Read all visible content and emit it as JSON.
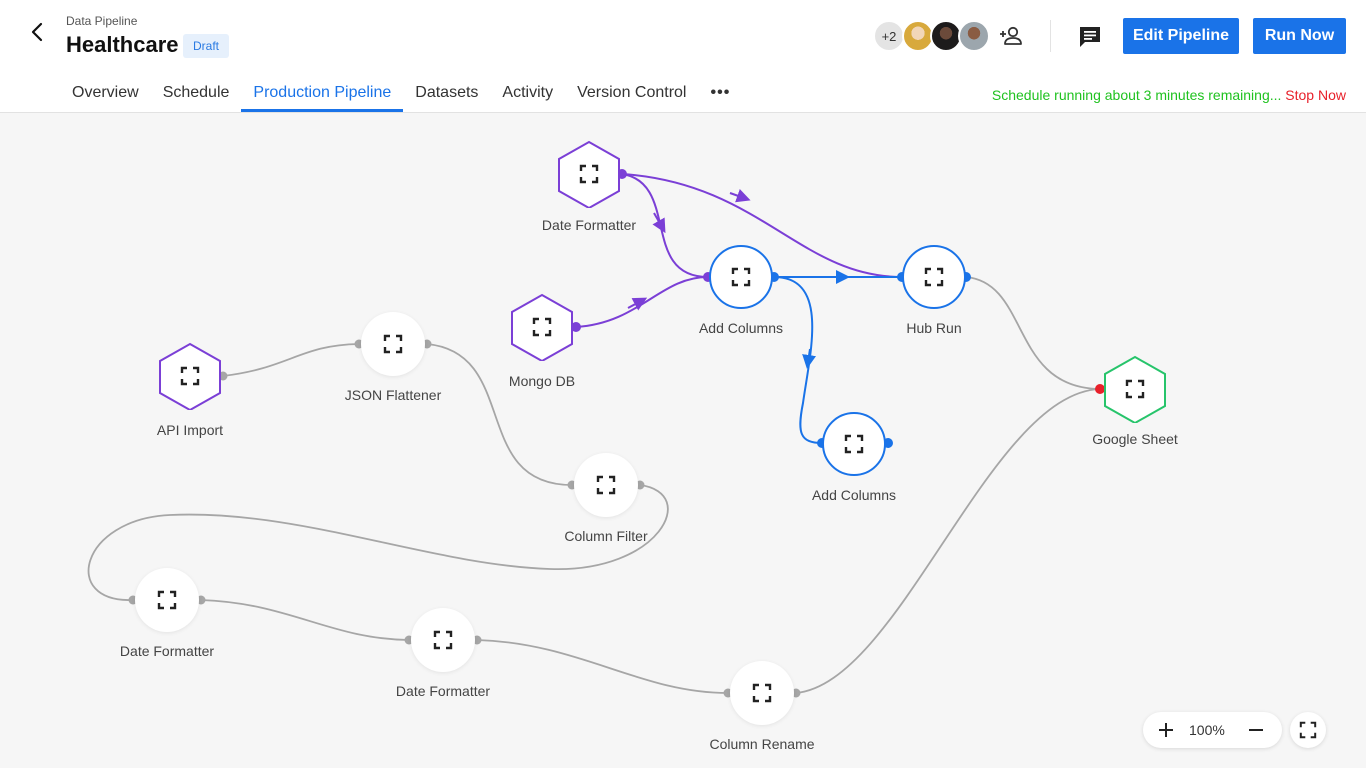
{
  "header": {
    "breadcrumb": "Data Pipeline",
    "title": "Healthcare",
    "badge": "Draft",
    "avatars": {
      "more_count": "+2",
      "users": [
        "avatar-1",
        "avatar-2",
        "avatar-3"
      ]
    },
    "edit_label": "Edit Pipeline",
    "run_label": "Run Now",
    "icons": [
      "back-arrow-icon",
      "add-user-icon",
      "chat-icon"
    ]
  },
  "tabs": [
    {
      "label": "Overview",
      "active": false
    },
    {
      "label": "Schedule",
      "active": false
    },
    {
      "label": "Production Pipeline",
      "active": true
    },
    {
      "label": "Datasets",
      "active": false
    },
    {
      "label": "Activity",
      "active": false
    },
    {
      "label": "Version Control",
      "active": false
    }
  ],
  "tab_more": "•••",
  "status": {
    "text": "Schedule running about 3 minutes remaining...",
    "action": "Stop Now"
  },
  "colors": {
    "accent": "#1a73e8",
    "purple": "#7b3fd6",
    "green": "#27c46b",
    "status_green": "#1fc21f",
    "stop_red": "#e8202a",
    "edge_gray": "#a6a6a6"
  },
  "nodes": {
    "date_formatter_top": {
      "label": "Date Formatter",
      "shape": "hexagon",
      "color": "purple"
    },
    "mongo_db": {
      "label": "Mongo DB",
      "shape": "hexagon",
      "color": "purple"
    },
    "api_import": {
      "label": "API Import",
      "shape": "hexagon",
      "color": "purple"
    },
    "add_columns_1": {
      "label": "Add Columns",
      "shape": "circle",
      "color": "blue"
    },
    "add_columns_2": {
      "label": "Add Columns",
      "shape": "circle",
      "color": "blue"
    },
    "hub_run": {
      "label": "Hub Run",
      "shape": "circle",
      "color": "blue"
    },
    "google_sheet": {
      "label": "Google Sheet",
      "shape": "hexagon",
      "color": "green"
    },
    "json_flattener": {
      "label": "JSON Flattener",
      "shape": "circle",
      "color": "gray"
    },
    "column_filter": {
      "label": "Column Filter",
      "shape": "circle",
      "color": "gray"
    },
    "date_formatter_left": {
      "label": "Date Formatter",
      "shape": "circle",
      "color": "gray"
    },
    "date_formatter_mid": {
      "label": "Date Formatter",
      "shape": "circle",
      "color": "gray"
    },
    "column_rename": {
      "label": "Column Rename",
      "shape": "circle",
      "color": "gray"
    }
  },
  "zoom": {
    "level": "100%"
  }
}
